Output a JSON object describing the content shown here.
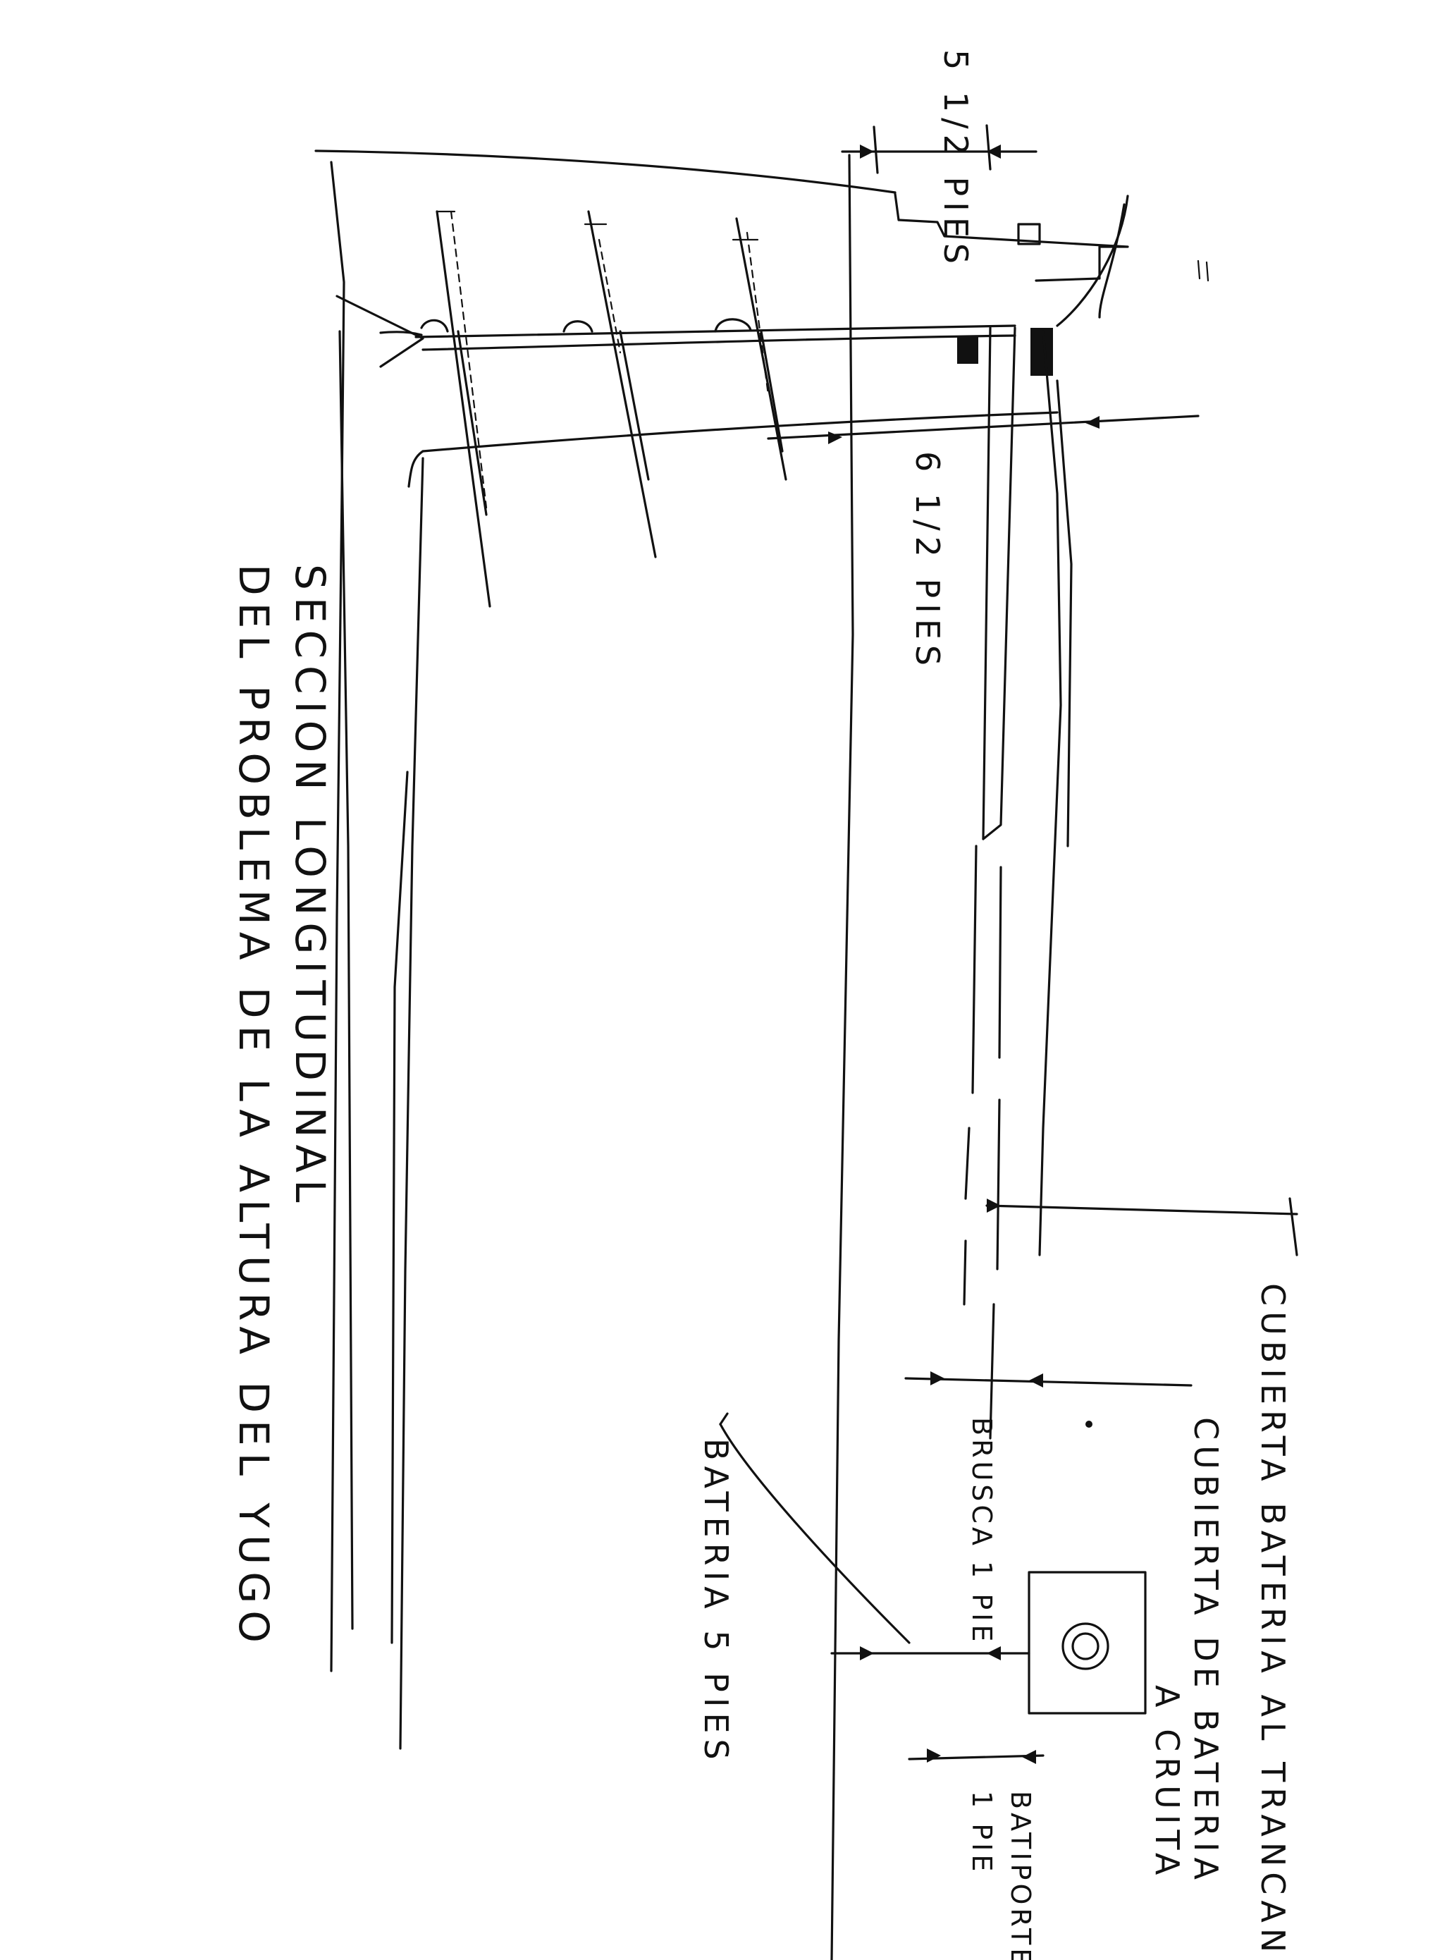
{
  "title": {
    "line1": "SECCION LONGITUDINAL",
    "line2": "DEL PROBLEMA DE LA ALTURA DEL YUGO"
  },
  "dimensions": {
    "upper_top": "5 1/2 PIES",
    "upper_mid": "6 1/2 PIES",
    "bateria": "BATERIA 5 PIES",
    "brusca": "BRUSCA 1 PIE",
    "batiporte": "BATIPORTE",
    "batiporte_value": "1 PIE"
  },
  "labels": {
    "cubierta_bateria": "CUBIERTA BATERIA AL TRANCANIL",
    "cubierta_de_bateria": "CUBIERTA DE BATERIA",
    "a_cruita": "A CRUITA"
  }
}
